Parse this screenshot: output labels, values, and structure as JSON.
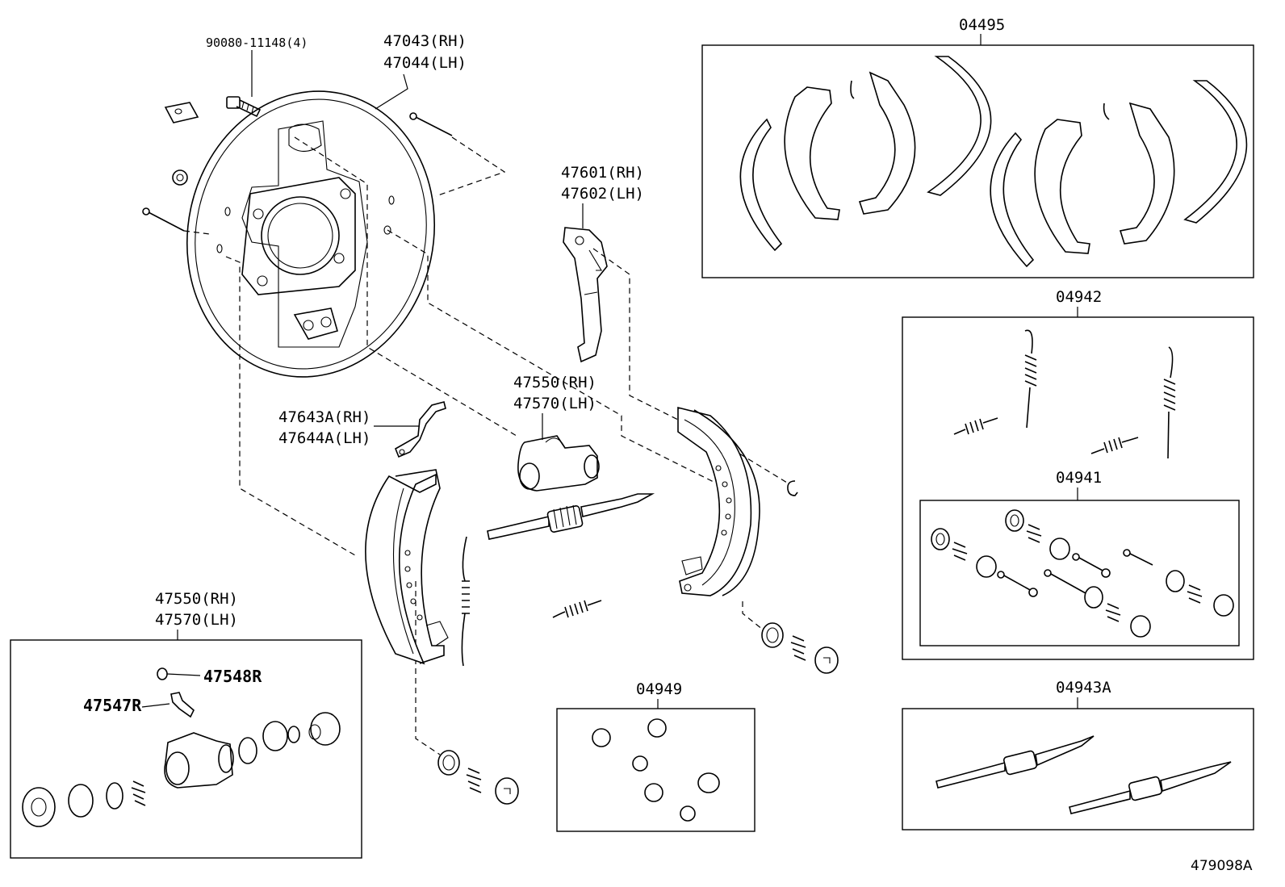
{
  "diagram": {
    "labels": {
      "bolt": "90080-11148(4)",
      "plate_rh": "47043(RH)",
      "plate_lh": "47044(LH)",
      "shoe_kit": "04495",
      "lever_rh": "47601(RH)",
      "lever_lh": "47602(LH)",
      "cyl_rh": "47550(RH)",
      "cyl_lh": "47570(LH)",
      "strut_rh": "47643A(RH)",
      "strut_lh": "47644A(LH)",
      "spring_kit": "04942",
      "hold_kit": "04941",
      "cyl_rh2": "47550(RH)",
      "cyl_lh2": "47570(LH)",
      "boot": "47548R",
      "bleeder": "47547R",
      "cup_kit": "04949",
      "adjuster_kit": "04943A"
    },
    "figure_number": "479098A"
  }
}
